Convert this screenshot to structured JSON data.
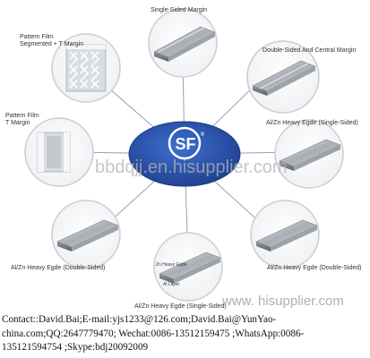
{
  "center": {
    "logo_text": "SF",
    "registered_mark": "®",
    "subtitle": ""
  },
  "products": [
    {
      "id": "single-sided-margin",
      "label_lines": [
        "Single-Sided Margin"
      ]
    },
    {
      "id": "double-sided-central-margin",
      "label_lines": [
        "Double-Sided And Central Margin"
      ]
    },
    {
      "id": "alzn-heavy-edge-single-sided-right",
      "label_lines": [
        "Al/Zn Heavy Egde (Single-Sided)"
      ]
    },
    {
      "id": "alzn-heavy-edge-double-sided-right",
      "label_lines": [
        "Al/Zn Heavy Egde (Double-Sided)"
      ]
    },
    {
      "id": "alzn-heavy-edge-single-sided-bottom",
      "label_lines": [
        "Al/Zn Heavy Egde (Single-Sided)"
      ],
      "inner_labels": [
        "Zn Heavy Egde",
        "Al Layer"
      ]
    },
    {
      "id": "alzn-heavy-edge-double-sided-left",
      "label_lines": [
        "Al/Zn Heavy Egde (Double-Sided)"
      ]
    },
    {
      "id": "pattern-film-t-margin",
      "label_lines": [
        "Pattern Film",
        "T Margin"
      ]
    },
    {
      "id": "pattern-film-segmented-t-margin",
      "label_lines": [
        "Pattern Film",
        "Segmented + T Margin"
      ]
    }
  ],
  "watermarks": {
    "middle": "bbdqjj.en.hisupplier.com",
    "corner": "www. hisupplier.com"
  },
  "contact": {
    "line1": "Contact::David.Bai;E-mail:yjs1233@126.com;David.Bai@YunYao-",
    "line2": "china.com;QQ:2647779470; Wechat:0086-13512159475 ;WhatsApp:0086-",
    "line3": "13512159475​4 ;Skype:bdj20092009"
  },
  "colors": {
    "center_fill": "#2f56b0",
    "circle_stroke": "#c9ccd3",
    "spoke": "#8fa2bf"
  }
}
